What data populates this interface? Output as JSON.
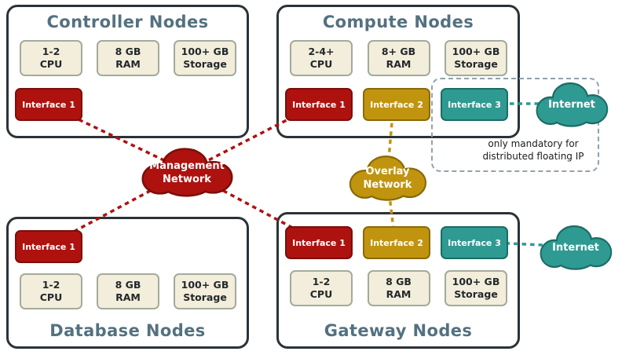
{
  "nodes": {
    "controller": {
      "title": "Controller Nodes",
      "specs": [
        "1-2\nCPU",
        "8 GB\nRAM",
        "100+ GB\nStorage"
      ],
      "interfaces": [
        {
          "label": "Interface 1",
          "network": "management"
        }
      ]
    },
    "compute": {
      "title": "Compute Nodes",
      "specs": [
        "2-4+\nCPU",
        "8+ GB\nRAM",
        "100+ GB\nStorage"
      ],
      "interfaces": [
        {
          "label": "Interface 1",
          "network": "management"
        },
        {
          "label": "Interface 2",
          "network": "overlay"
        },
        {
          "label": "Interface 3",
          "network": "external"
        }
      ]
    },
    "database": {
      "title": "Database Nodes",
      "specs": [
        "1-2\nCPU",
        "8 GB\nRAM",
        "100+ GB\nStorage"
      ],
      "interfaces": [
        {
          "label": "Interface 1",
          "network": "management"
        }
      ]
    },
    "gateway": {
      "title": "Gateway Nodes",
      "specs": [
        "1-2\nCPU",
        "8 GB\nRAM",
        "100+ GB\nStorage"
      ],
      "interfaces": [
        {
          "label": "Interface 1",
          "network": "management"
        },
        {
          "label": "Interface 2",
          "network": "overlay"
        },
        {
          "label": "Interface 3",
          "network": "external"
        }
      ]
    }
  },
  "clouds": {
    "management": {
      "label": "Management\nNetwork"
    },
    "overlay": {
      "label": "Overlay\nNetwork"
    },
    "internet_top": {
      "label": "Internet"
    },
    "internet_bottom": {
      "label": "Internet"
    }
  },
  "note": {
    "text": "only mandatory for\ndistributed floating IP"
  },
  "colors": {
    "red": "#ad120f",
    "red_dark": "#7c0e0a",
    "gold": "#c19410",
    "gold_dark": "#8a6a06",
    "teal": "#2f9a92",
    "teal_dark": "#1d6b65",
    "node_border": "#2b3338",
    "title_color": "#537180",
    "spec_bg": "#f2eedb",
    "spec_border": "#a3ab9b",
    "note_border": "#8ea3ad",
    "text_color": "#1c1c1c"
  }
}
